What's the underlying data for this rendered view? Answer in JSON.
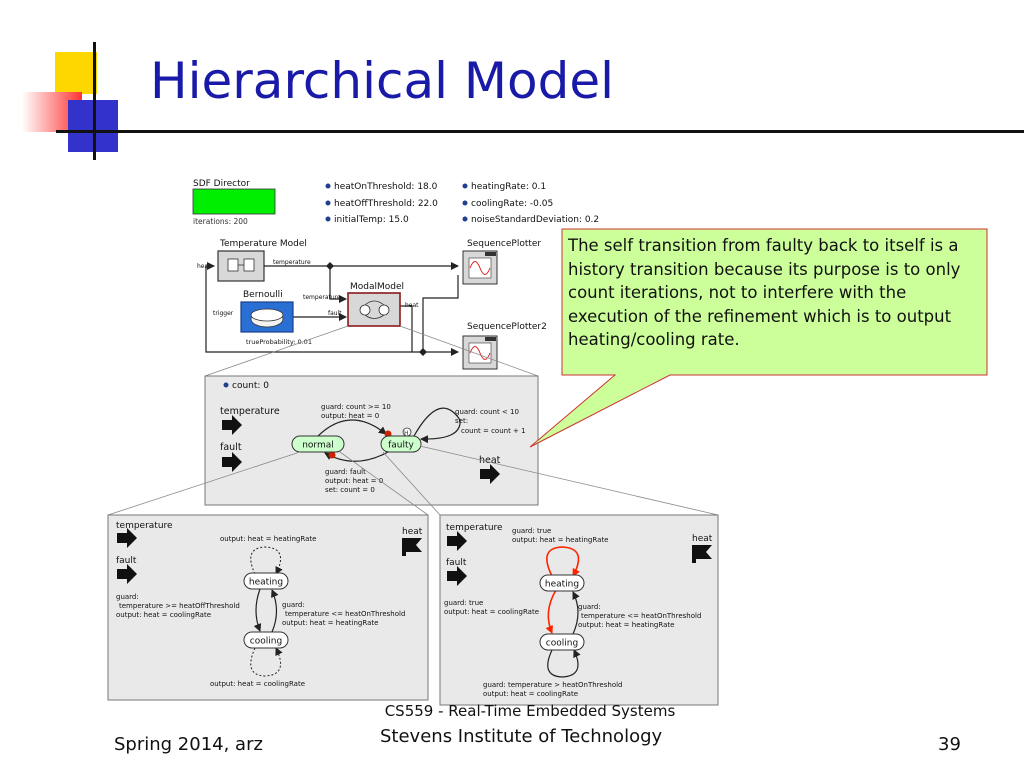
{
  "slide": {
    "title": "Hierarchical Model",
    "footer_left": "Spring 2014, arz",
    "footer_center_top": "CS559 - Real-Time Embedded Systems",
    "footer_center": "Stevens Institute of Technology",
    "page_number": "39"
  },
  "callout": {
    "text": "The self transition from faulty back to itself is a history transition because its purpose is to only count iterations, not to interfere with the execution of the refinement which is to output heating/cooling rate."
  },
  "top_model": {
    "director": "SDF Director",
    "iterations": "iterations: 200",
    "params_left": [
      "heatOnThreshold: 18.0",
      "heatOffThreshold: 22.0",
      "initialTemp: 15.0"
    ],
    "params_right": [
      "heatingRate: 0.1",
      "coolingRate: -0.05",
      "noiseStandardDeviation: 0.2"
    ],
    "temperature_model": "Temperature Model",
    "heat_port": "heat",
    "temperature_port": "temperature",
    "bernoulli": "Bernoulli",
    "trigger": "trigger",
    "true_probability": "trueProbability: 0.01",
    "modal_model": "ModalModel",
    "mm_temperature": "temperature",
    "mm_fault": "fault",
    "mm_heat": "heat",
    "plotter1": "SequencePlotter",
    "plotter2": "SequencePlotter2"
  },
  "fsm_middle": {
    "count": "count: 0",
    "temperature": "temperature",
    "fault": "fault",
    "heat": "heat",
    "state_normal": "normal",
    "state_faulty": "faulty",
    "guard_top": [
      "guard: count >= 10",
      "output: heat = 0"
    ],
    "guard_self": [
      "guard: count < 10",
      "set:",
      "count = count + 1"
    ],
    "guard_bottom": [
      "guard: fault",
      "output: heat = 0",
      "set: count = 0"
    ]
  },
  "fsm_left": {
    "temperature": "temperature",
    "fault": "fault",
    "heat": "heat",
    "heating": "heating",
    "cooling": "cooling",
    "top_label": "output: heat = heatingRate",
    "left_label": [
      "guard:",
      "temperature >= heatOffThreshold",
      "output: heat = coolingRate"
    ],
    "right_label": [
      "guard:",
      "temperature <= heatOnThreshold",
      "output: heat = heatingRate"
    ],
    "bottom_label": "output: heat = coolingRate"
  },
  "fsm_right": {
    "temperature": "temperature",
    "fault": "fault",
    "heat": "heat",
    "heating": "heating",
    "cooling": "cooling",
    "top_label": [
      "guard: true",
      "output: heat = heatingRate"
    ],
    "left_label": [
      "guard: true",
      "output: heat = coolingRate"
    ],
    "right_label": [
      "guard:",
      "temperature <= heatOnThreshold",
      "output: heat = heatingRate"
    ],
    "bottom_label": [
      "guard: temperature > heatOnThreshold",
      "output: heat = coolingRate"
    ]
  },
  "colors": {
    "title": "#1a1aa8",
    "director_green": "#00ee00",
    "callout_fill": "#ccff99",
    "callout_border": "#cc3333",
    "panel_fill": "#e9e9e9",
    "state_fill": "#ccffcc",
    "history_red": "#ff2200",
    "actor_blue": "#2a6fd4"
  }
}
